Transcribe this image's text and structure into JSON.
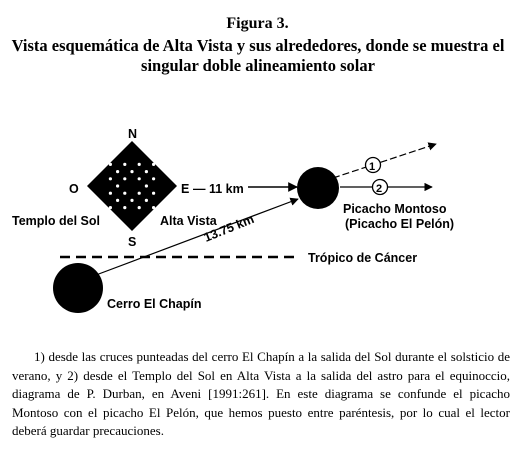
{
  "figure": {
    "label": "Figura 3.",
    "title": "Vista esquemática de Alta Vista y sus alrededores, donde se muestra el singular doble alineamiento solar"
  },
  "diagram": {
    "compass": {
      "north": "N",
      "south": "S",
      "east": "E",
      "west": "O"
    },
    "labels": {
      "temple": "Templo del Sol",
      "alta_vista": "Alta Vista",
      "distance_east": "— 11 km",
      "distance_diag": "13.75 km",
      "picacho": "Picacho Montoso",
      "picacho_alt": "(Picacho El Pelón)",
      "tropic": "Trópico de Cáncer",
      "chapin": "Cerro El Chapín"
    },
    "markers": {
      "one": "1",
      "two": "2"
    }
  },
  "caption": "1) desde las cruces punteadas del cerro El Chapín a la salida del Sol durante el solsticio de verano, y 2) desde el Templo del Sol en Alta Vista a la salida del astro para el equinoccio, diagrama de P. Durban, en Aveni [1991:261]. En este diagrama se confunde el picacho Montoso con el picacho El Pelón, que hemos puesto entre paréntesis, por lo cual el lector deberá guardar precauciones."
}
